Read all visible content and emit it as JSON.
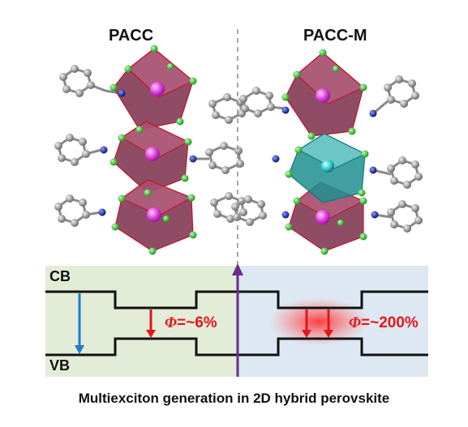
{
  "panels": {
    "left": {
      "title": "PACC"
    },
    "right": {
      "title": "PACC-M"
    }
  },
  "bands": {
    "conduction": "CB",
    "valence": "VB"
  },
  "yields": {
    "left": {
      "symbol": "Φ",
      "value": "=~6%"
    },
    "right": {
      "symbol": "Φ",
      "value": "=~200%"
    }
  },
  "caption": "Multiexciton generation in 2D hybrid perovskite",
  "colors": {
    "left_panel_bg": "#e2ecd7",
    "right_panel_bg": "#dde8f2",
    "octahedron_left": "#8c3a55",
    "octahedron_teal": "#2fb3b3",
    "metal_atom": "#e040e0",
    "halide_atom": "#2bc42b",
    "nitrogen_atom": "#1525b5",
    "carbon_atom": "#9a9a9a",
    "arrow_red": "#e8141b",
    "arrow_blue": "#1a7fd0",
    "divider_purple": "#6a2c91"
  }
}
